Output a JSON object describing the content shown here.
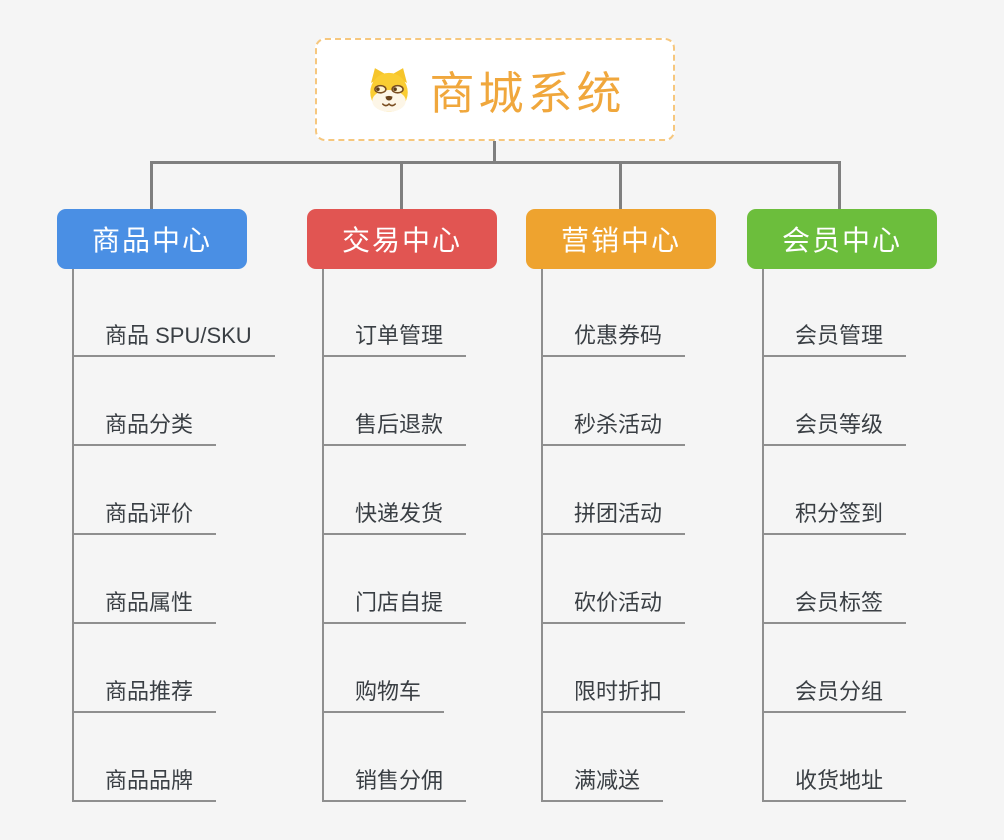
{
  "root": {
    "title": "商城系统",
    "icon": "shiba-dog-icon"
  },
  "branches": [
    {
      "id": "product-center",
      "label": "商品中心",
      "color": "#4A8FE4",
      "items": [
        "商品 SPU/SKU",
        "商品分类",
        "商品评价",
        "商品属性",
        "商品推荐",
        "商品品牌"
      ]
    },
    {
      "id": "trade-center",
      "label": "交易中心",
      "color": "#E15552",
      "items": [
        "订单管理",
        "售后退款",
        "快递发货",
        "门店自提",
        "购物车",
        "销售分佣"
      ]
    },
    {
      "id": "marketing-center",
      "label": "营销中心",
      "color": "#EEA32F",
      "items": [
        "优惠券码",
        "秒杀活动",
        "拼团活动",
        "砍价活动",
        "限时折扣",
        "满减送"
      ]
    },
    {
      "id": "member-center",
      "label": "会员中心",
      "color": "#6CBE3C",
      "items": [
        "会员管理",
        "会员等级",
        "积分签到",
        "会员标签",
        "会员分组",
        "收货地址"
      ]
    }
  ],
  "colors": {
    "background": "#f5f5f5",
    "connector": "#7f7f7f",
    "underline": "#8f8f8f",
    "leaf_text": "#3a3f44",
    "root_text": "#F0A73C",
    "root_border": "#F6C77E",
    "node_text": "#ffffff"
  }
}
